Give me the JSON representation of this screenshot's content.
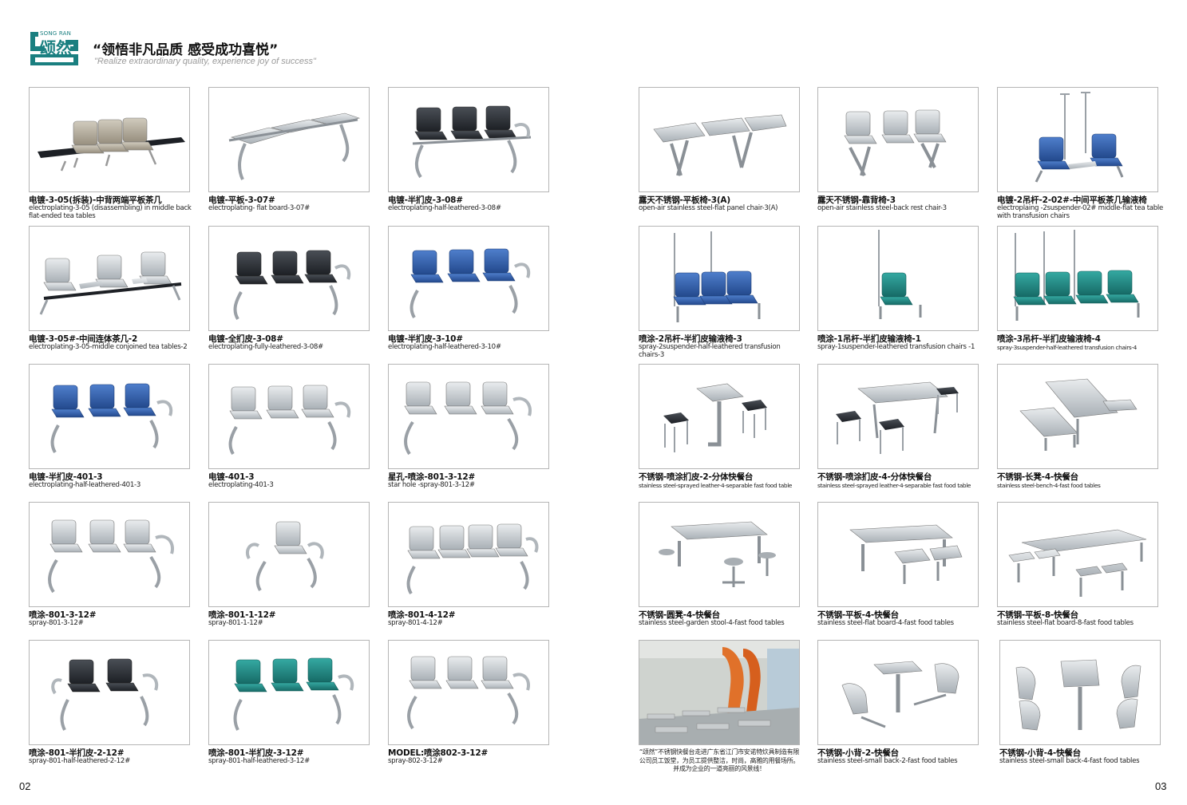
{
  "header": {
    "brand_en": "SONG RAN",
    "brand_cn": "颂然",
    "slogan_cn": "“领悟非凡品质  感受成功喜悦”",
    "slogan_en": "\"Realize extraordinary quality, experience joy of success\""
  },
  "colors": {
    "brand_teal": "#1a7f80",
    "frame_border": "#b5b5b5",
    "seat_silver": "#c9ced2",
    "seat_black": "#2b2f35",
    "seat_blue": "#2f5fae",
    "seat_teal": "#1f8c86",
    "tan": "#b7b0a0"
  },
  "products": [
    {
      "cn": "电镀-3-05(拆装)-中背两端平板茶几",
      "en": "electroplating-3-05 (disassembling) in middle back flat-ended tea tables"
    },
    {
      "cn": "电镀-平板-3-07#",
      "en": "electroplating- flat board-3-07#"
    },
    {
      "cn": "电镀-半扪皮-3-08#",
      "en": "electroplating-half-leathered-3-08#"
    },
    {
      "cn": "露天不锈钢-平板椅-3(A)",
      "en": "open-air stainless steel-flat panel chair-3(A)"
    },
    {
      "cn": "露天不锈钢-靠背椅-3",
      "en": "open-air stainless steel-back rest chair-3"
    },
    {
      "cn": "电镀-2吊杆-2-02#-中间平板茶几输液椅",
      "en": "electroplaing -2suspender-02# middle-flat tea table with transfusion chairs"
    },
    {
      "cn": "电镀-3-05#-中间连体茶几-2",
      "en": "electroplating-3-05-middle conjoined tea tables-2"
    },
    {
      "cn": "电镀-全扪皮-3-08#",
      "en": "electroplating-fully-leathered-3-08#"
    },
    {
      "cn": "电镀-半扪皮-3-10#",
      "en": "electroplating-half-leathered-3-10#"
    },
    {
      "cn": "喷涂-2吊杆-半扪皮输液椅-3",
      "en": "spray-2suspender-half-leathered transfusion chairs-3"
    },
    {
      "cn": "喷涂-1吊杆-半扪皮输液椅-1",
      "en": "spray-1suspender-leathered transfusion chairs -1"
    },
    {
      "cn": "喷涂-3吊杆-半扪皮输液椅-4",
      "en": "spray-3suspender-half-leathered transfusion chairs-4"
    },
    {
      "cn": "电镀-半扪皮-401-3",
      "en": "electroplating-half-leathered-401-3"
    },
    {
      "cn": "电镀-401-3",
      "en": "electroplating-401-3"
    },
    {
      "cn": "星孔-喷涂-801-3-12#",
      "en": "star hole -spray-801-3-12#"
    },
    {
      "cn": "不锈钢-喷涂扪皮-2-分体快餐台",
      "en": "stainless steel-sprayed leather-4-separable fast food table"
    },
    {
      "cn": "不锈钢-喷涂扪皮-4-分体快餐台",
      "en": "stainless steel-sprayed leather-4-separable fast food table"
    },
    {
      "cn": "不锈钢-长凳-4-快餐台",
      "en": "stainless steel-bench-4-fast food tables"
    },
    {
      "cn": "喷涂-801-3-12#",
      "en": "spray-801-3-12#"
    },
    {
      "cn": "喷涂-801-1-12#",
      "en": "spray-801-1-12#"
    },
    {
      "cn": "喷涂-801-4-12#",
      "en": "spray-801-4-12#"
    },
    {
      "cn": "不锈钢-圆凳-4-快餐台",
      "en": "stainless steel-garden stool-4-fast food tables"
    },
    {
      "cn": "不锈钢-平板-4-快餐台",
      "en": "stainless steel-flat board-4-fast food tables"
    },
    {
      "cn": "不锈钢-平板-8-快餐台",
      "en": "stainless steel-flat board-8-fast food tables"
    },
    {
      "cn": "喷涂-801-半扪皮-2-12#",
      "en": "spray-801-half-leathered-2-12#"
    },
    {
      "cn": "喷涂-801-半扪皮-3-12#",
      "en": "spray-801-half-leathered-3-12#"
    },
    {
      "cn": "MODEL:喷涂802-3-12#",
      "en": "spray-802-3-12#"
    },
    {
      "cn": "",
      "en": "“颂然”不锈钢快餐台走进广东省江门市安诺特炊具制造有限公司员工饭堂，为员工提供整洁，时尚，高雅的用餐场所。并成为企业的一道亮丽的风景线！"
    },
    {
      "cn": "不锈钢-小背-2-快餐台",
      "en": "stainless steel-small back-2-fast food tables"
    },
    {
      "cn": "不锈钢-小背-4-快餐台",
      "en": "stainless steel-small back-4-fast food tables"
    }
  ],
  "page_numbers": {
    "left": "02",
    "right": "03"
  }
}
